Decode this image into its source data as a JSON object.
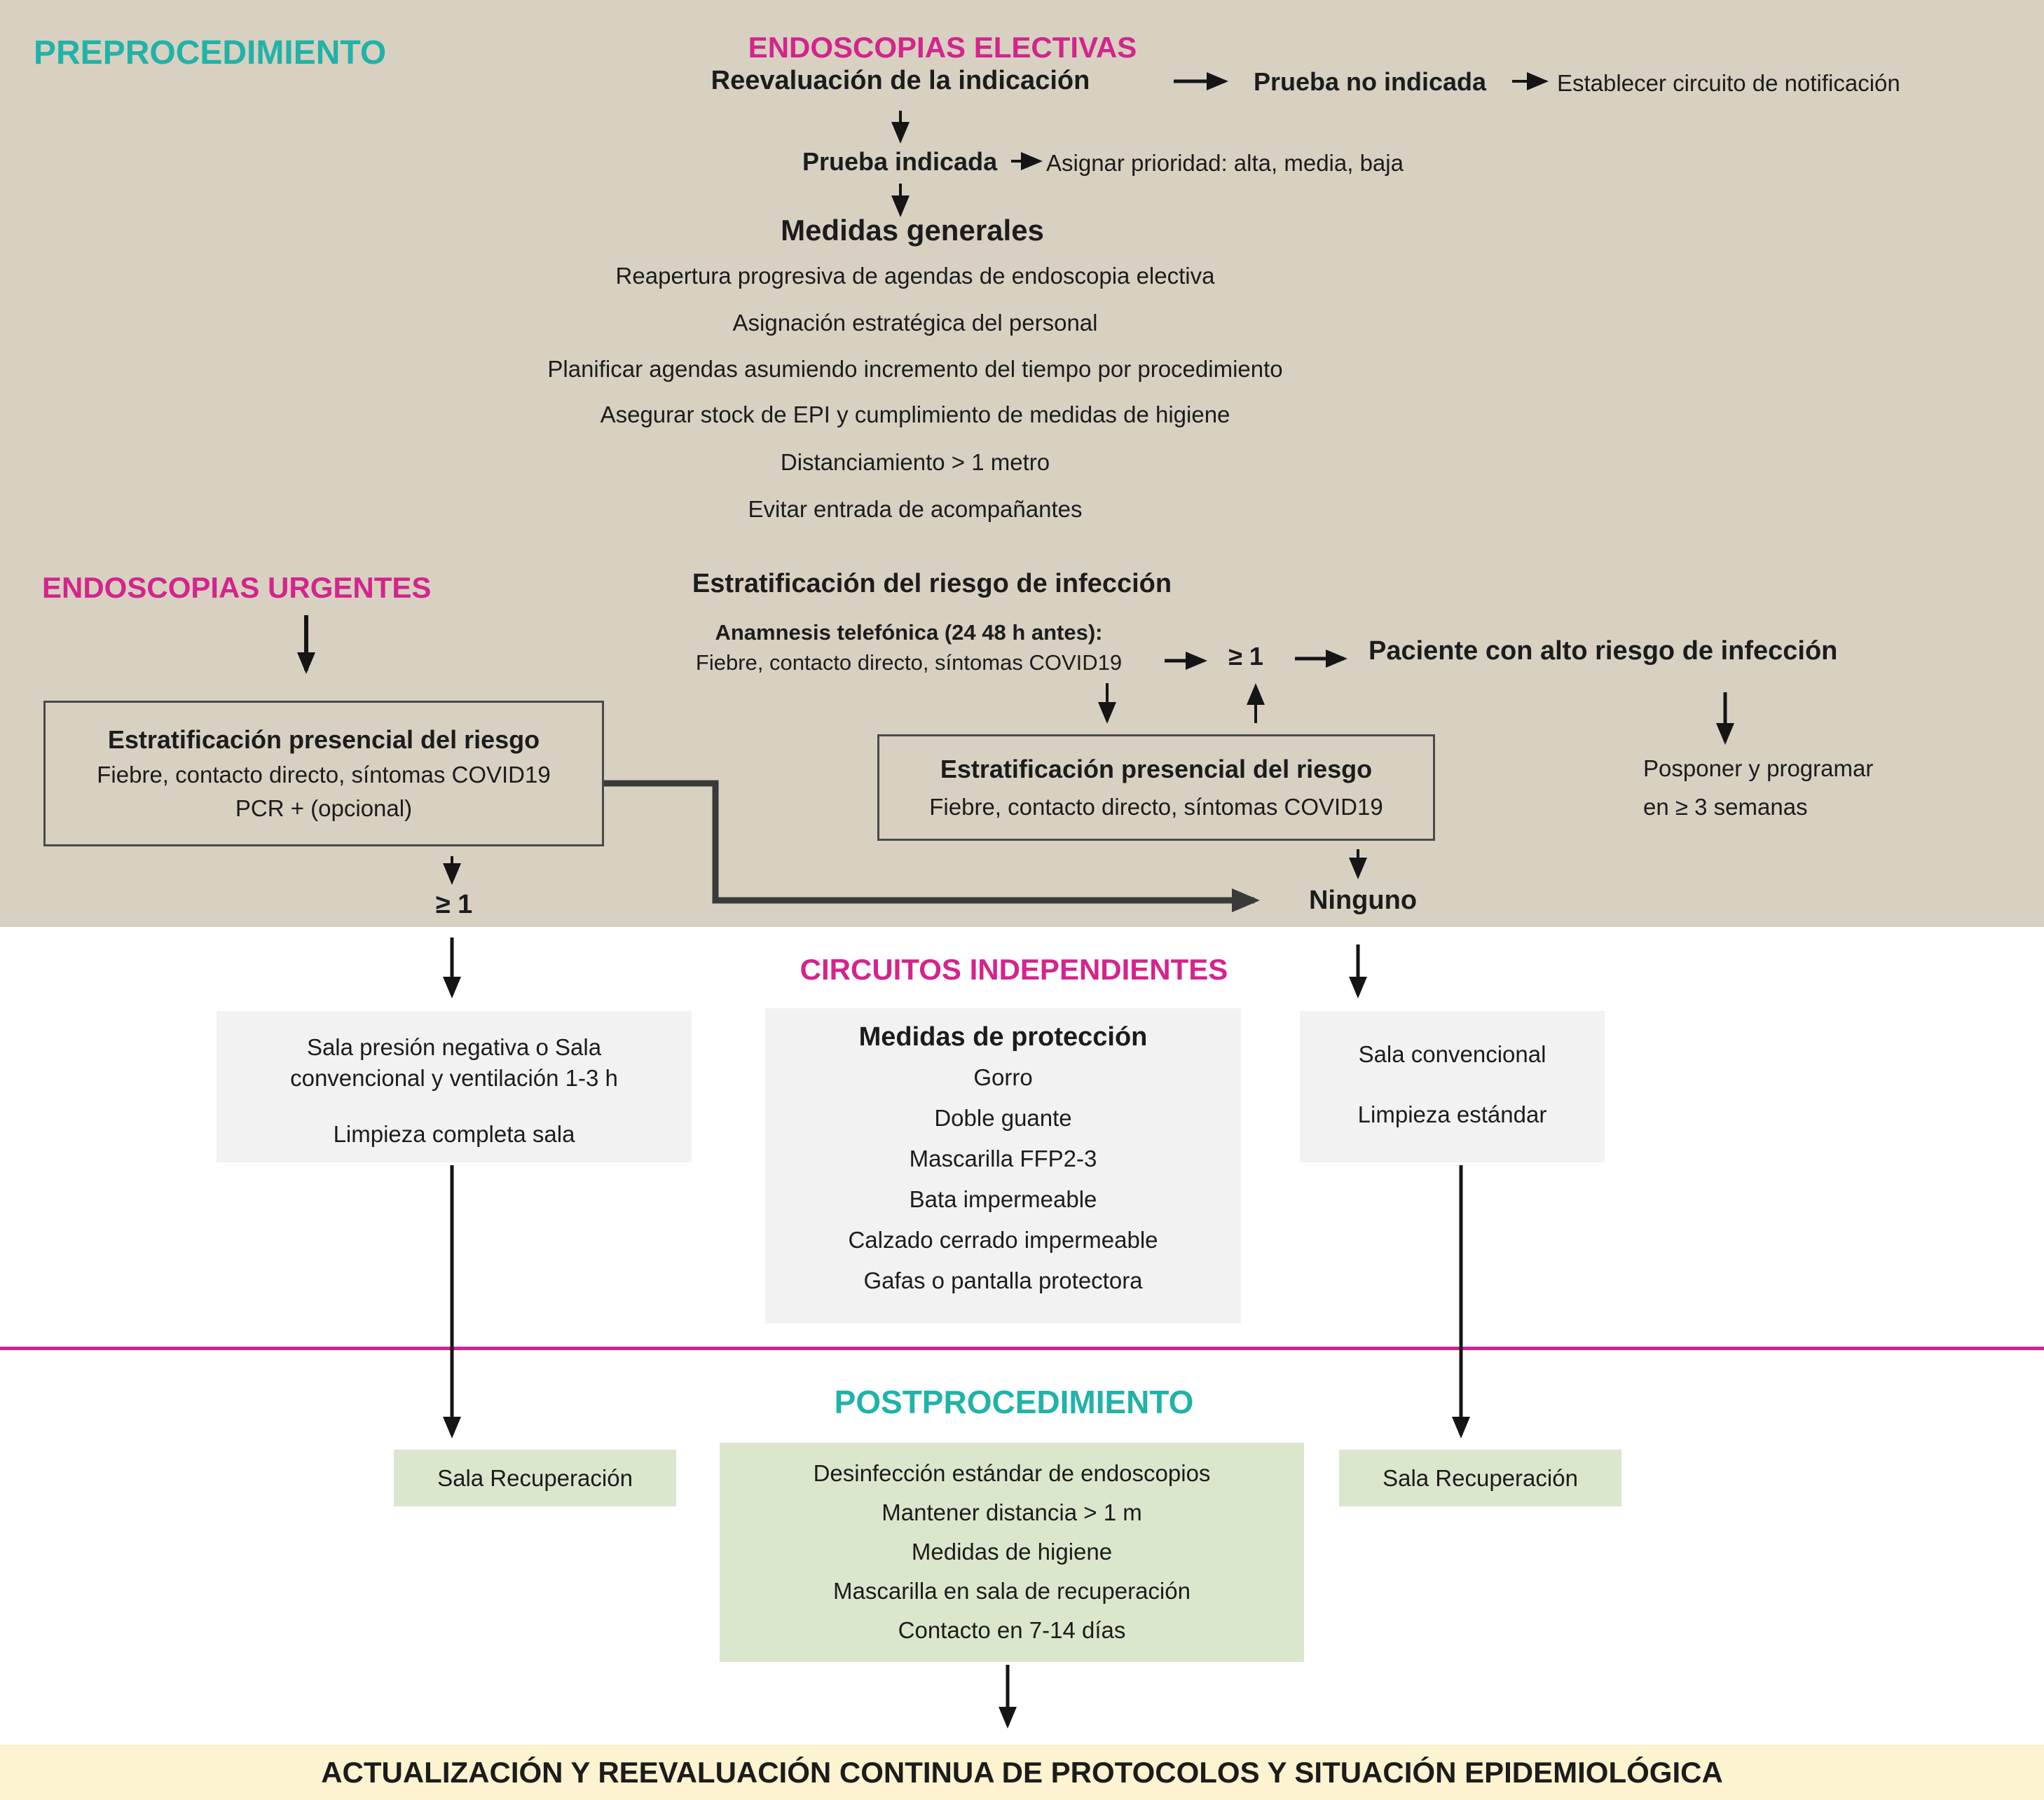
{
  "pre": {
    "label": "PREPROCEDIMIENTO",
    "electivas_title": "ENDOSCOPIAS ELECTIVAS",
    "reevaluacion": "Reevaluación de la indicación",
    "prueba_no_indicada": "Prueba no indicada",
    "establecer": "Establecer circuito de notificación",
    "prueba_indicada": "Prueba indicada",
    "asignar": "Asignar prioridad: alta, media, baja",
    "medidas_title": "Medidas generales",
    "medidas": [
      "Reapertura progresiva de agendas de endoscopia electiva",
      "Asignación estratégica del personal",
      "Planificar agendas asumiendo incremento del tiempo por procedimiento",
      "Asegurar stock de EPI y cumplimiento de medidas de higiene",
      "Distanciamiento > 1 metro",
      "Evitar entrada de acompañantes"
    ],
    "urgentes_title": "ENDOSCOPIAS URGENTES",
    "riesgo_title": "Estratificación del riesgo de infección",
    "anamnesis_titulo": "Anamnesis telefónica (24 48 h antes):",
    "anamnesis_sintomas": "Fiebre, contacto directo, síntomas COVID19",
    "mayor_igual_1": "≥ 1",
    "alto_riesgo": "Paciente con alto riesgo de infección",
    "posponer_1": "Posponer y programar",
    "posponer_2": "en ≥ 3 semanas",
    "box_urgente": {
      "titulo": "Estratificación presencial del riesgo",
      "sintomas": "Fiebre, contacto directo, síntomas COVID19",
      "pcr": "PCR + (opcional)"
    },
    "box_electiva": {
      "titulo": "Estratificación presencial del riesgo",
      "sintomas": "Fiebre, contacto directo, síntomas COVID19"
    },
    "resultado_mayor_igual_1": "≥ 1",
    "resultado_ninguno": "Ninguno"
  },
  "circuitos": {
    "title": "CIRCUITOS INDEPENDIENTES",
    "sala_riesgo": [
      "Sala presión negativa o Sala",
      "convencional y ventilación 1-3 h",
      "Limpieza completa sala"
    ],
    "proteccion_title": "Medidas de protección",
    "proteccion": [
      "Gorro",
      "Doble guante",
      "Mascarilla FFP2-3",
      "Bata impermeable",
      "Calzado cerrado impermeable",
      "Gafas o pantalla protectora"
    ],
    "sala_estandar": [
      "Sala convencional",
      "Limpieza estándar"
    ]
  },
  "post": {
    "title": "POSTPROCEDIMIENTO",
    "sala_izq": "Sala Recuperación",
    "centro": [
      "Desinfección estándar de endoscopios",
      "Mantener distancia > 1 m",
      "Medidas de higiene",
      "Mascarilla en sala de recuperación",
      "Contacto en 7-14 días"
    ],
    "sala_der": "Sala Recuperación"
  },
  "footer": "ACTUALIZACIÓN Y REEVALUACIÓN CONTINUA DE PROTOCOLOS Y SITUACIÓN EPIDEMIOLÓGICA",
  "colors": {
    "teal": "#21b2a8",
    "magenta": "#d4248c",
    "beige_background": "#d8d1c2",
    "gray_panel": "#f2f2f2",
    "green_panel": "#dbe7cc",
    "yellow_band": "#fdf3d0",
    "magenta_rule": "#cf2390"
  }
}
